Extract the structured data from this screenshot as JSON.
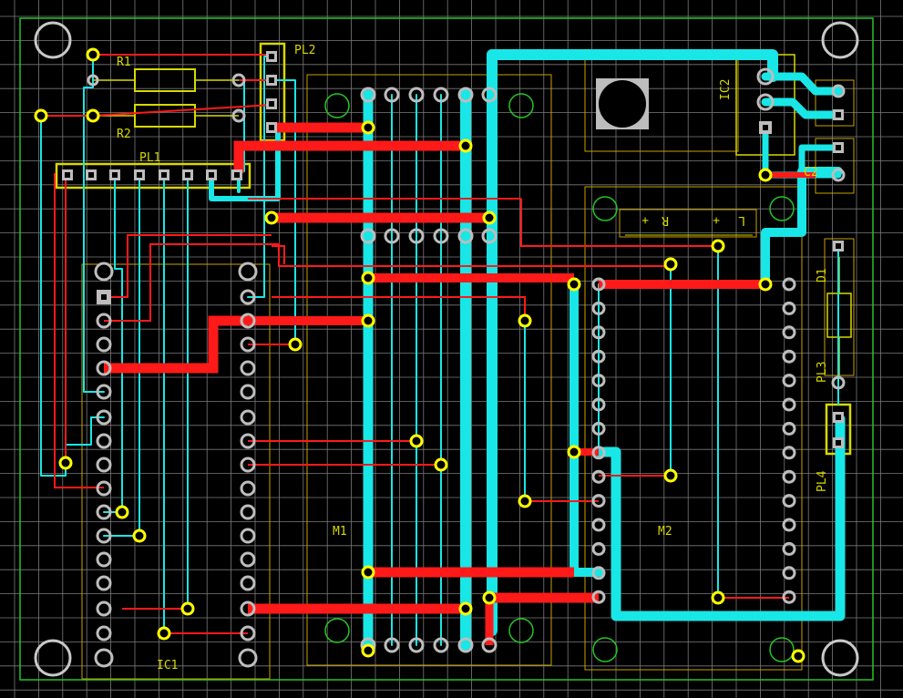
{
  "colors": {
    "background": "#000000",
    "grid": "#7a7a7a",
    "outline": "#25c425",
    "top_layer": "#ff1a1a",
    "bottom_layer": "#19e6e6",
    "silkscreen": "#d8d800",
    "pad": "#bdbdbd",
    "via": "#ffff00",
    "mount_hole": "#c8c8c8",
    "component_outline": "#c8a000"
  },
  "labels": {
    "r1": "R1",
    "r2": "R2",
    "pl1": "PL1",
    "pl2": "PL2",
    "ic1": "IC1",
    "ic2": "IC2",
    "c2": "C2",
    "d1": "D1",
    "pl3": "PL3",
    "pl4": "PL4",
    "m1": "M1",
    "m2": "M2",
    "l_mark": "L",
    "r_mark": "R",
    "plus_l": "+",
    "plus_r": "+"
  }
}
